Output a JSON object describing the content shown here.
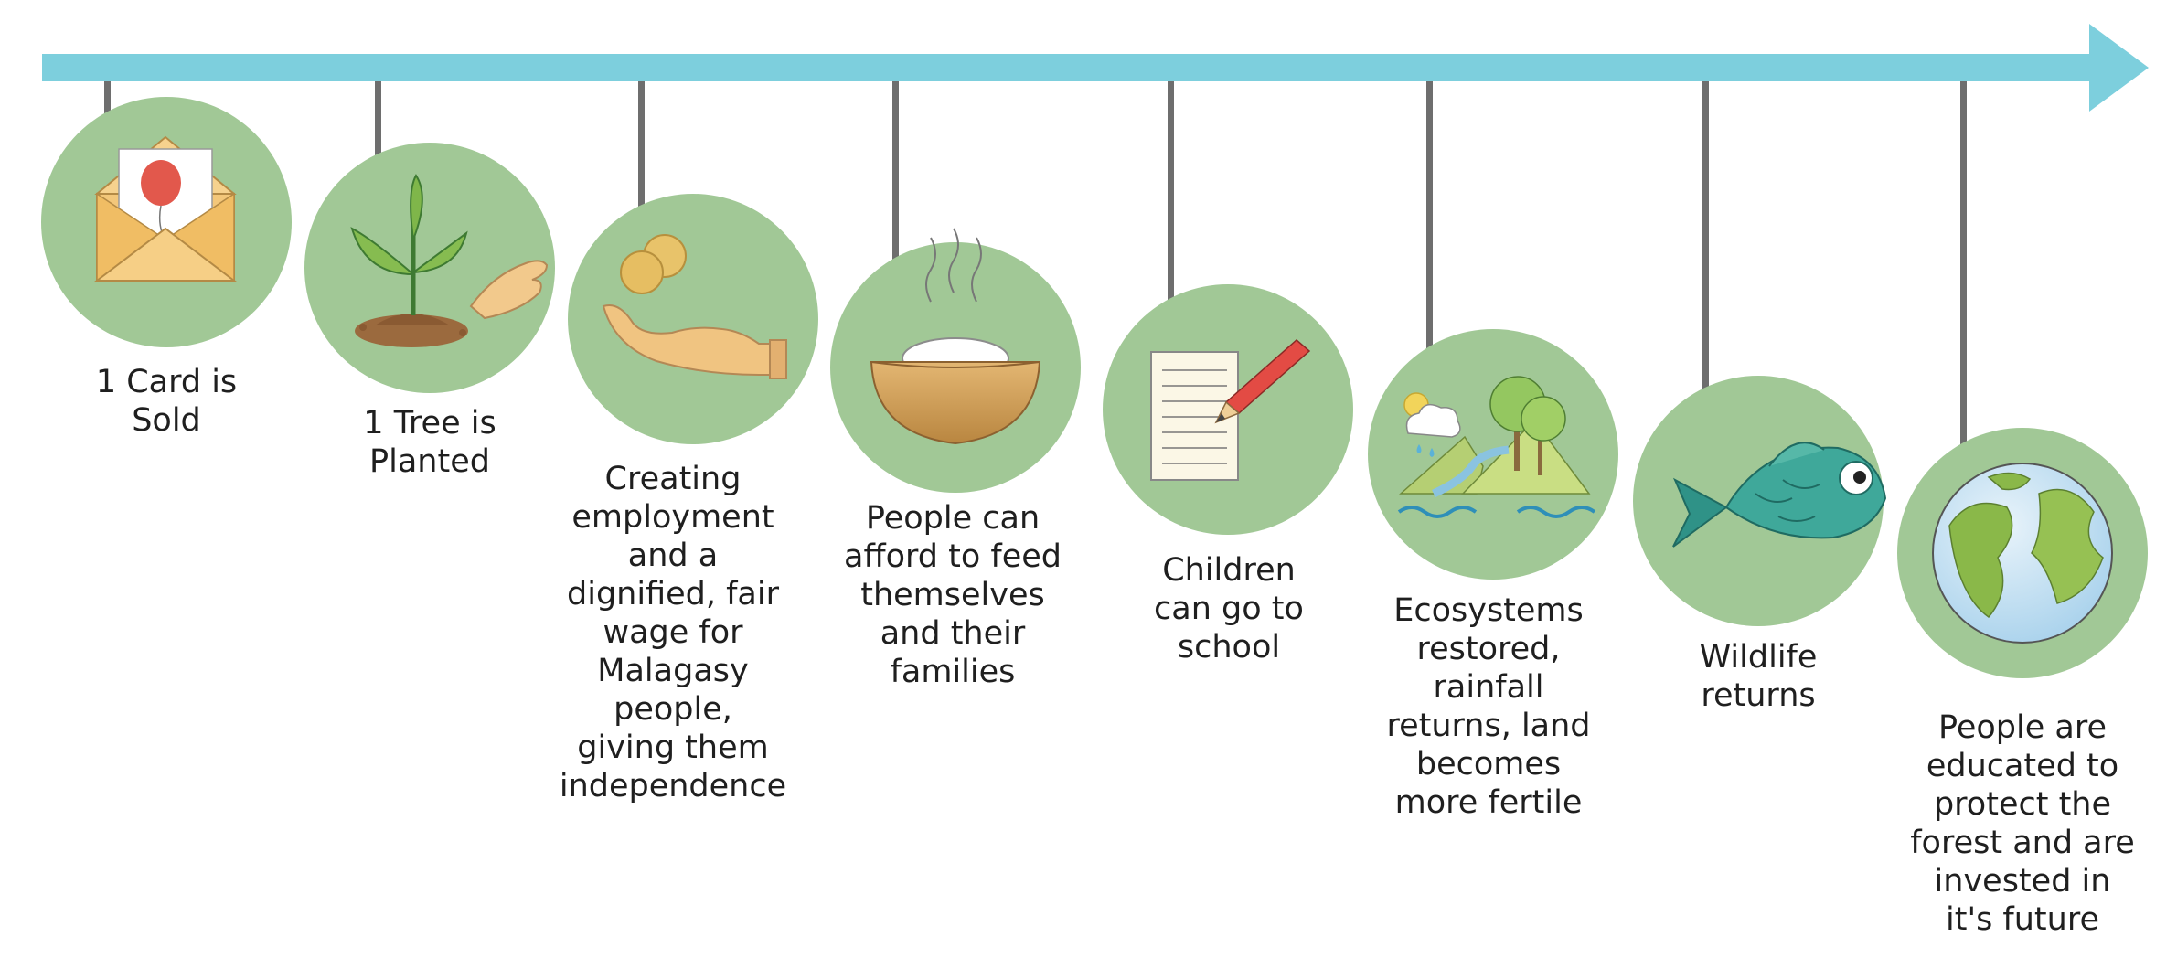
{
  "colors": {
    "arrow": "#7DCFDD",
    "circle": "#A1C896",
    "connector": "#6E6E6E",
    "text": "#1f1f1f"
  },
  "steps": [
    {
      "icon": "envelope-with-balloon-icon",
      "label": "1 Card is\nSold"
    },
    {
      "icon": "seedling-and-hand-icon",
      "label": "1 Tree is\nPlanted"
    },
    {
      "icon": "hand-with-coins-icon",
      "label": "Creating\nemployment\nand a\ndignified, fair\nwage for\nMalagasy\npeople,\ngiving them\nindependence"
    },
    {
      "icon": "steaming-rice-bowl-icon",
      "label": "People can\nafford to feed\nthemselves\nand their\nfamilies"
    },
    {
      "icon": "paper-and-pencil-icon",
      "label": "Children\ncan go to\nschool"
    },
    {
      "icon": "ecosystem-landscape-icon",
      "label": "Ecosystems\nrestored,\nrainfall\nreturns, land\nbecomes\nmore fertile"
    },
    {
      "icon": "fish-icon",
      "label": "Wildlife\nreturns"
    },
    {
      "icon": "earth-globe-icon",
      "label": "People are\neducated to\nprotect the\nforest and are\ninvested in\nit's future"
    }
  ]
}
